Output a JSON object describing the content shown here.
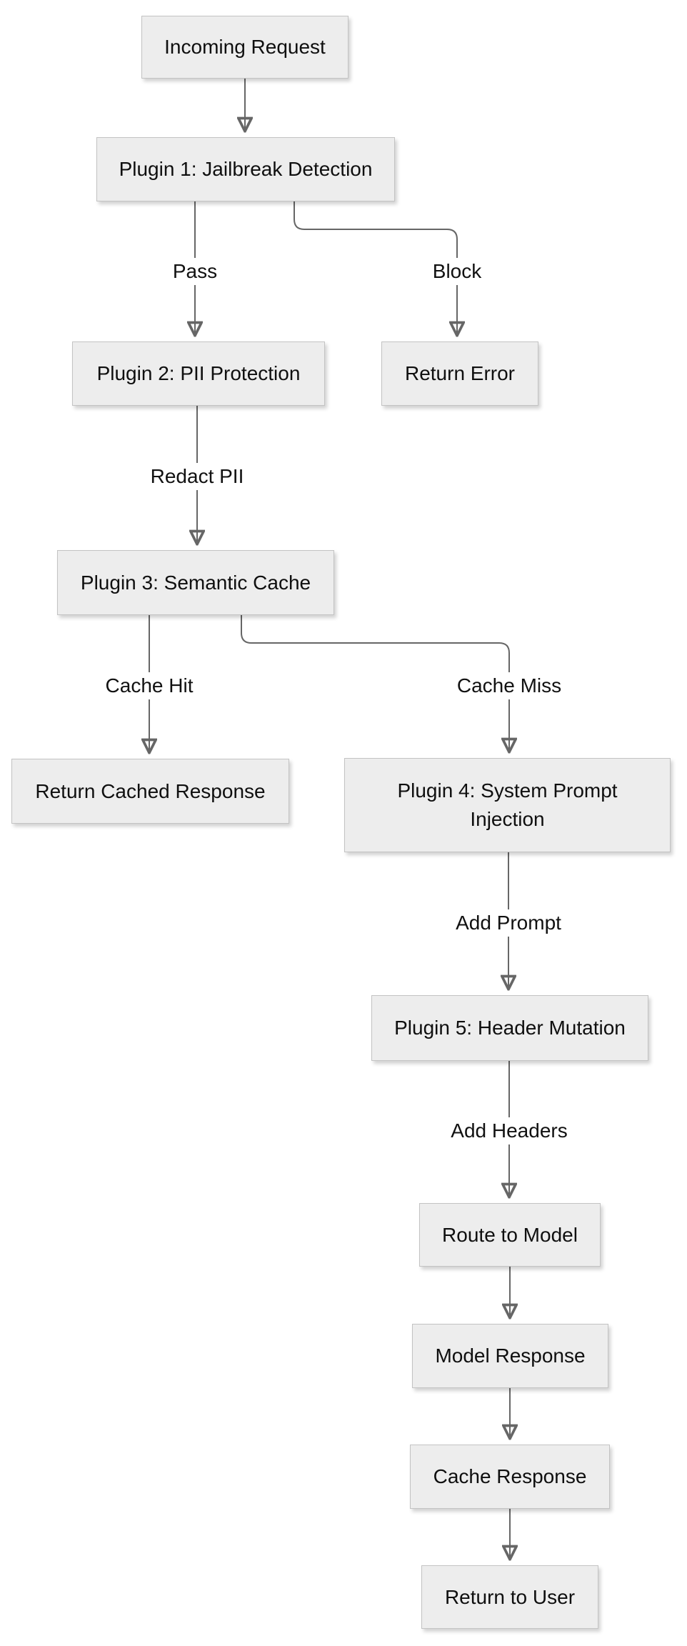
{
  "page": {
    "background_color": "#ffffff"
  },
  "styles": {
    "node_fill": "#ededed",
    "node_border": "#c3c3c3",
    "edge_color": "#666666",
    "arrowhead_color": "#666666",
    "text_color": "#0f0f0f",
    "edge_label_background": "#ffffff"
  },
  "diagram": {
    "type": "flowchart",
    "direction": "top-down",
    "nodes": [
      {
        "id": "incoming-request",
        "label": "Incoming Request"
      },
      {
        "id": "plugin1",
        "label": "Plugin 1: Jailbreak Detection"
      },
      {
        "id": "plugin2",
        "label": "Plugin 2: PII Protection"
      },
      {
        "id": "return-error",
        "label": "Return Error"
      },
      {
        "id": "plugin3",
        "label": "Plugin 3: Semantic Cache"
      },
      {
        "id": "return-cached-response",
        "label": "Return Cached Response"
      },
      {
        "id": "plugin4",
        "label": "Plugin 4: System Prompt Injection"
      },
      {
        "id": "plugin5",
        "label": "Plugin 5: Header Mutation"
      },
      {
        "id": "route-to-model",
        "label": "Route to Model"
      },
      {
        "id": "model-response",
        "label": "Model Response"
      },
      {
        "id": "cache-response",
        "label": "Cache Response"
      },
      {
        "id": "return-to-user",
        "label": "Return to User"
      }
    ],
    "edges": [
      {
        "from": "incoming-request",
        "to": "plugin1",
        "label": ""
      },
      {
        "from": "plugin1",
        "to": "plugin2",
        "label": "Pass"
      },
      {
        "from": "plugin1",
        "to": "return-error",
        "label": "Block"
      },
      {
        "from": "plugin2",
        "to": "plugin3",
        "label": "Redact PII"
      },
      {
        "from": "plugin3",
        "to": "return-cached-response",
        "label": "Cache Hit"
      },
      {
        "from": "plugin3",
        "to": "plugin4",
        "label": "Cache Miss"
      },
      {
        "from": "plugin4",
        "to": "plugin5",
        "label": "Add Prompt"
      },
      {
        "from": "plugin5",
        "to": "route-to-model",
        "label": "Add Headers"
      },
      {
        "from": "route-to-model",
        "to": "model-response",
        "label": ""
      },
      {
        "from": "model-response",
        "to": "cache-response",
        "label": ""
      },
      {
        "from": "cache-response",
        "to": "return-to-user",
        "label": ""
      }
    ]
  }
}
